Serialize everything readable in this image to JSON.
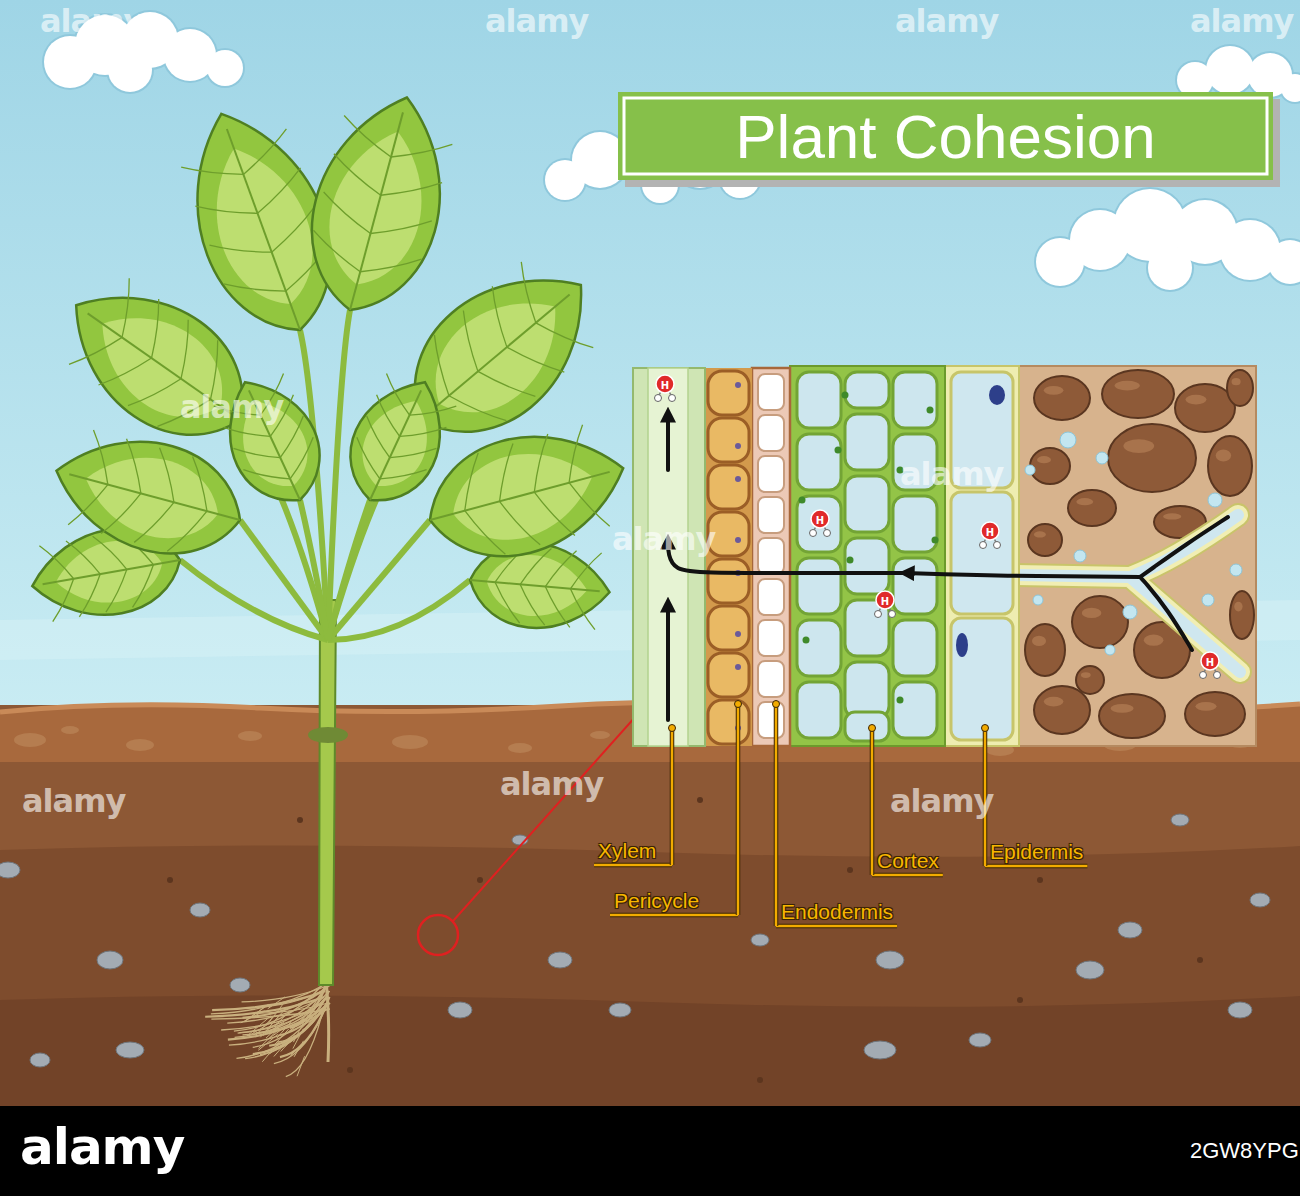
{
  "diagram": {
    "title": "Plant Cohesion",
    "labels": [
      "Xylem",
      "Pericycle",
      "Endodermis",
      "Cortex",
      "Epidermis",
      "H",
      "H",
      "H",
      "H",
      "H",
      "alamy",
      "alamy",
      "alamy",
      "alamy",
      "alamy",
      "alamy",
      "alamy",
      "alamy",
      "alamy",
      "alamy",
      "alamy",
      "2GW8YPG"
    ]
  }
}
